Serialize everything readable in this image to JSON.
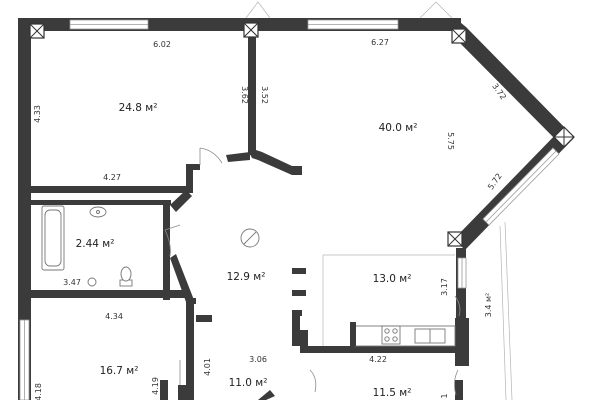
{
  "rooms": {
    "room_24_8": "24.8 м²",
    "room_40_0": "40.0 м²",
    "room_2_44": "2.44 м²",
    "room_12_9": "12.9 м²",
    "room_13_0": "13.0 м²",
    "room_16_7": "16.7 м²",
    "room_11_0": "11.0 м²",
    "room_11_5": "11.5 м²"
  },
  "dimensions": {
    "d_6_02": "6.02",
    "d_6_27": "6.27",
    "d_4_33": "4.33",
    "d_3_62": "3.62",
    "d_3_52": "3.52",
    "d_3_72": "3.72",
    "d_5_75": "5.75",
    "d_5_72": "5.72",
    "d_4_27": "4.27",
    "d_3_47": "3.47",
    "d_4_34": "4.34",
    "d_3_17": "3.17",
    "d_3_4": "3.4 м²",
    "d_4_22": "4.22",
    "d_3_06": "3.06",
    "d_4_01": "4.01",
    "d_4_19": "4.19",
    "d_4_18": "4.18",
    "d_1": "1"
  },
  "colors": {
    "wall": "#3b3b3b",
    "background": "#ffffff",
    "window": "#9a9a9a"
  }
}
